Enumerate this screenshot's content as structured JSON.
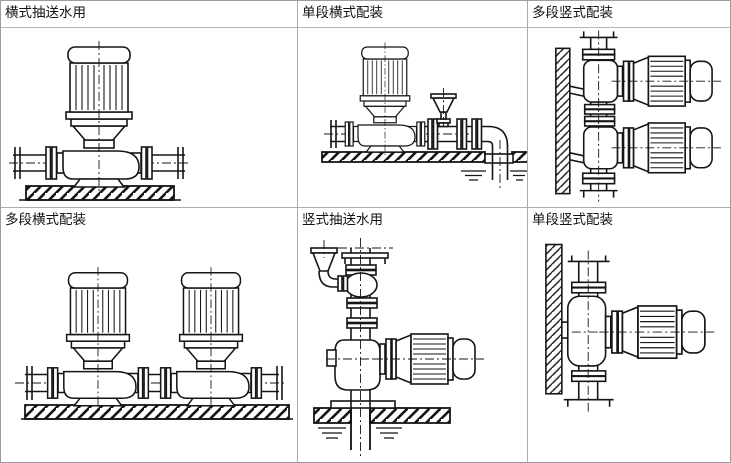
{
  "page": {
    "background": "#ffffff",
    "grid_line_color": "#ababab",
    "ink_color": "#151515",
    "description_type": "pump-installation-arrangements"
  },
  "panels": [
    {
      "id": "horizontal-suction",
      "label": "横式抽送水用"
    },
    {
      "id": "single-stage-horizontal",
      "label": "单段横式配装"
    },
    {
      "id": "multi-stage-vertical",
      "label": "多段竖式配装"
    },
    {
      "id": "multi-stage-horizontal",
      "label": "多段横式配装"
    },
    {
      "id": "vertical-suction",
      "label": "竖式抽送水用"
    },
    {
      "id": "single-stage-vertical",
      "label": "单段竖式配装"
    }
  ]
}
